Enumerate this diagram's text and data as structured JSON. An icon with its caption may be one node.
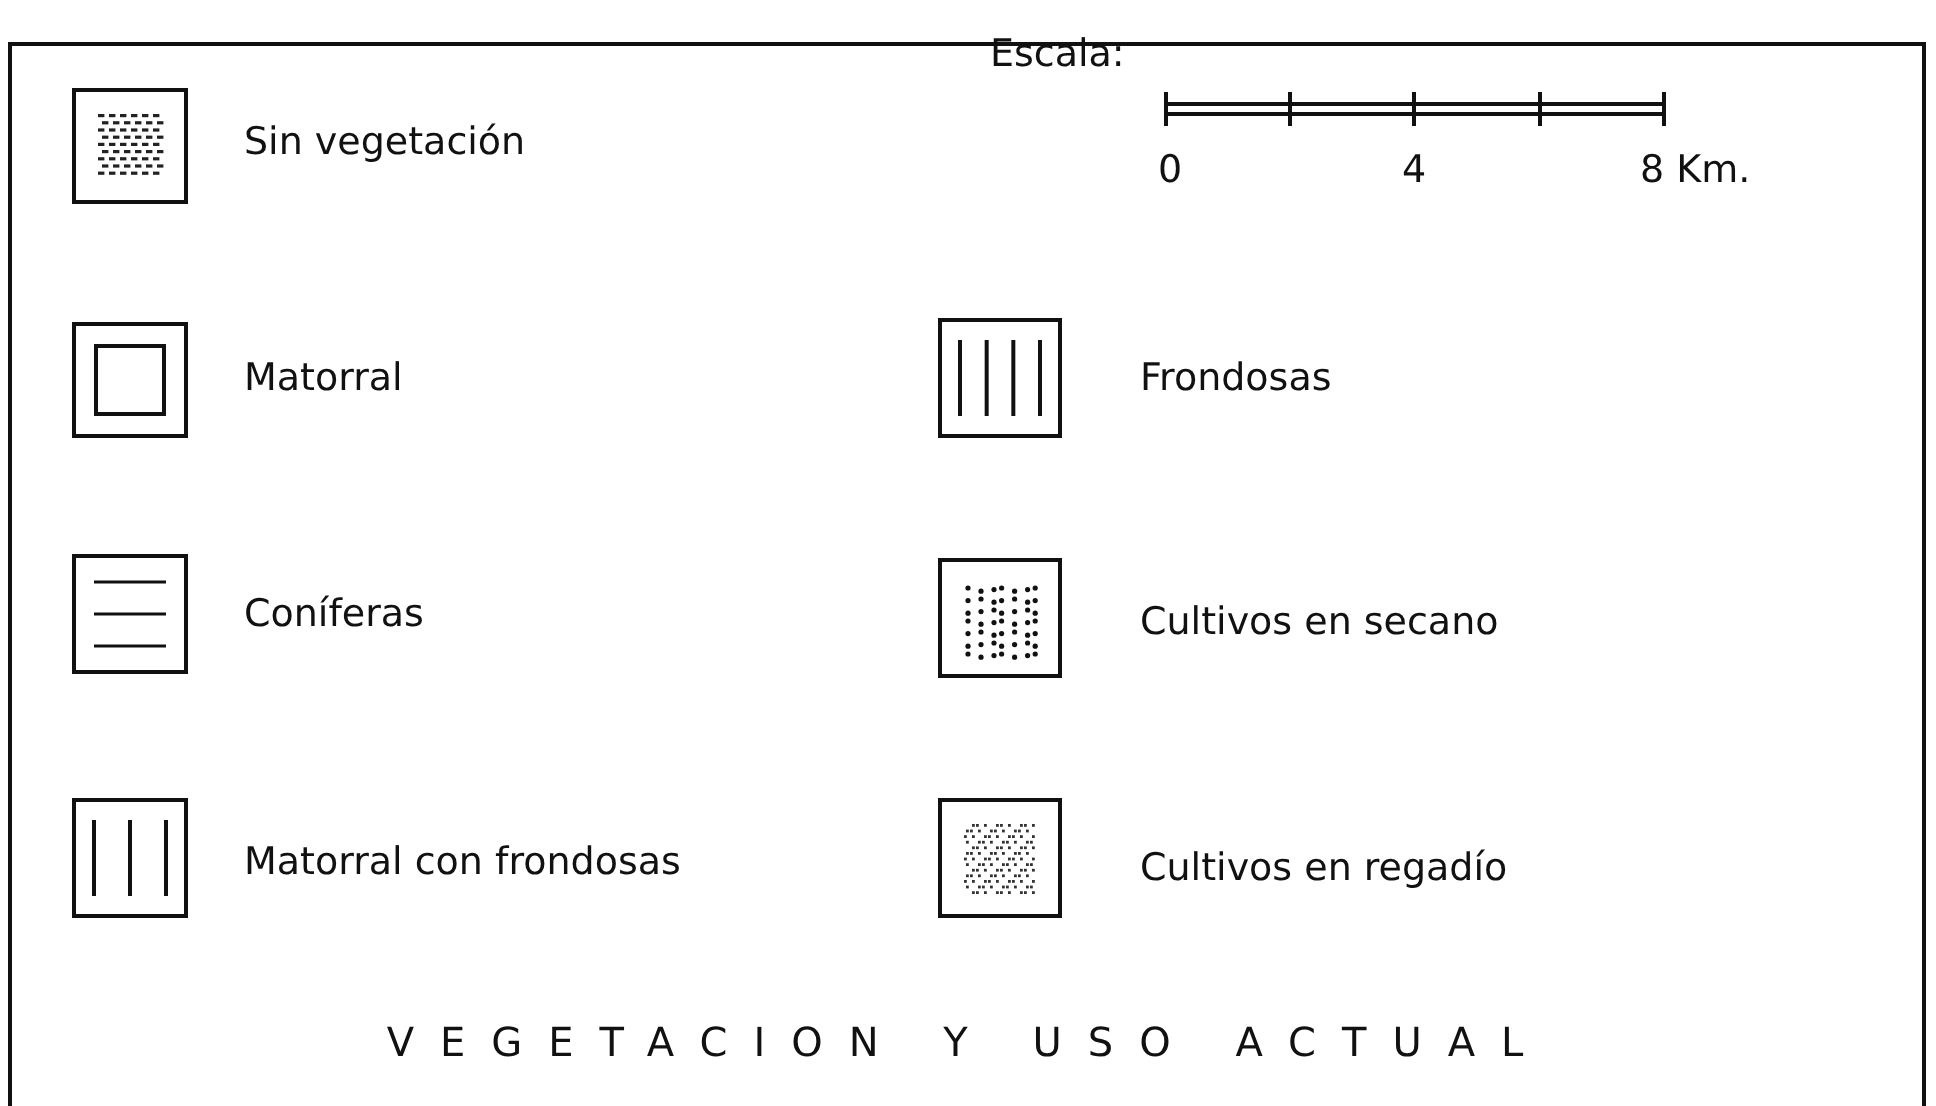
{
  "diagram": {
    "title": "VEGETACION Y USO ACTUAL",
    "labels": [
      "Escala:",
      "0",
      "4",
      "8 Km."
    ],
    "legend": [
      {
        "text": "Sin vegetación"
      },
      {
        "text": "Matorral"
      },
      {
        "text": "Frondosas"
      },
      {
        "text": "Coníferas"
      },
      {
        "text": "Cultivos en secano"
      },
      {
        "text": "Matorral con frondosas"
      },
      {
        "text": "Cultivos en regadío"
      }
    ]
  }
}
